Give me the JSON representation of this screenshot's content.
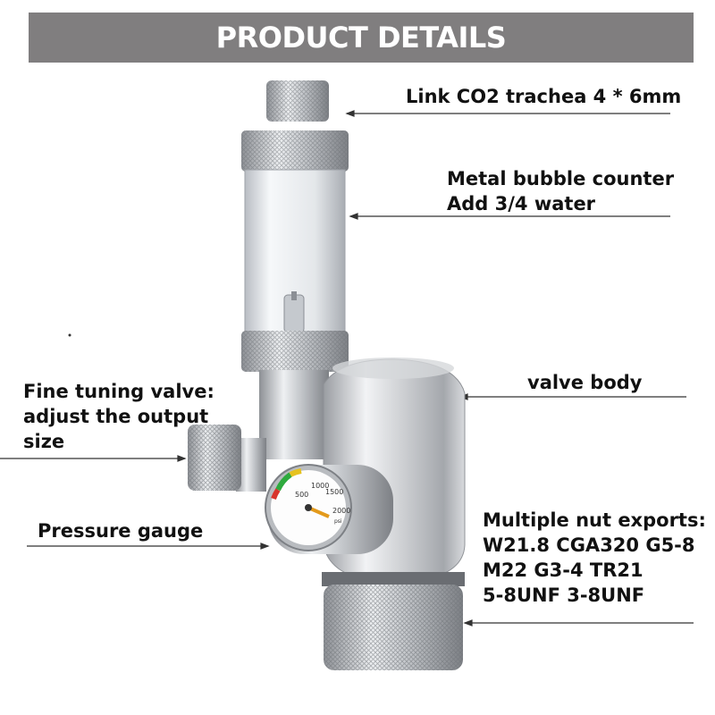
{
  "header": {
    "title": "PRODUCT DETAILS"
  },
  "callouts": {
    "trachea": "Link CO2 trachea 4 * 6mm",
    "bubble_line1": "Metal bubble counter",
    "bubble_line2": "Add 3/4 water",
    "valve_body": "valve body",
    "fine_line1": "Fine tuning valve:",
    "fine_line2": "adjust the output",
    "fine_line3": "size",
    "gauge": "Pressure gauge",
    "nut_line1": "Multiple nut exports:",
    "nut_line2": "W21.8 CGA320 G5-8",
    "nut_line3": "M22 G3-4 TR21",
    "nut_line4": "5-8UNF 3-8UNF"
  },
  "gauge_dial": {
    "ticks": [
      "500",
      "1000",
      "1500",
      "2000"
    ],
    "unit": "psi"
  },
  "colors": {
    "banner": "#807e7f",
    "metal": "#c9cbcf",
    "needle": "#e39a1b"
  }
}
